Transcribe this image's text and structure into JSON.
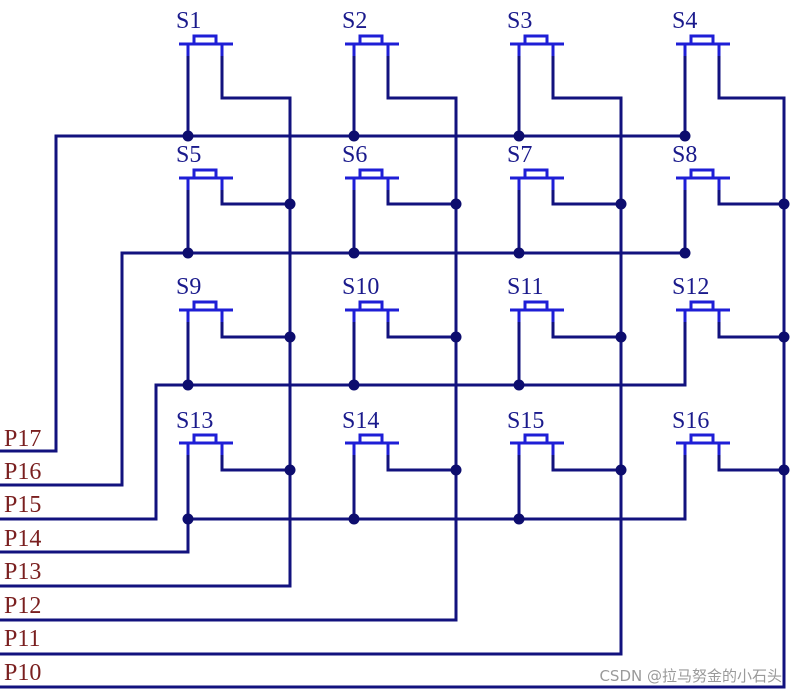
{
  "switches": [
    "S1",
    "S2",
    "S3",
    "S4",
    "S5",
    "S6",
    "S7",
    "S8",
    "S9",
    "S10",
    "S11",
    "S12",
    "S13",
    "S14",
    "S15",
    "S16"
  ],
  "ports": [
    "P17",
    "P16",
    "P15",
    "P14",
    "P13",
    "P12",
    "P11",
    "P10"
  ],
  "watermark": "CSDN @拉马努金的小石头",
  "colors": {
    "wire": "#12127e",
    "switch": "#1e1ed6",
    "switch_label": "#1a1a8c",
    "port_label": "#7a1f1f",
    "junction": "#0d0d6e"
  }
}
